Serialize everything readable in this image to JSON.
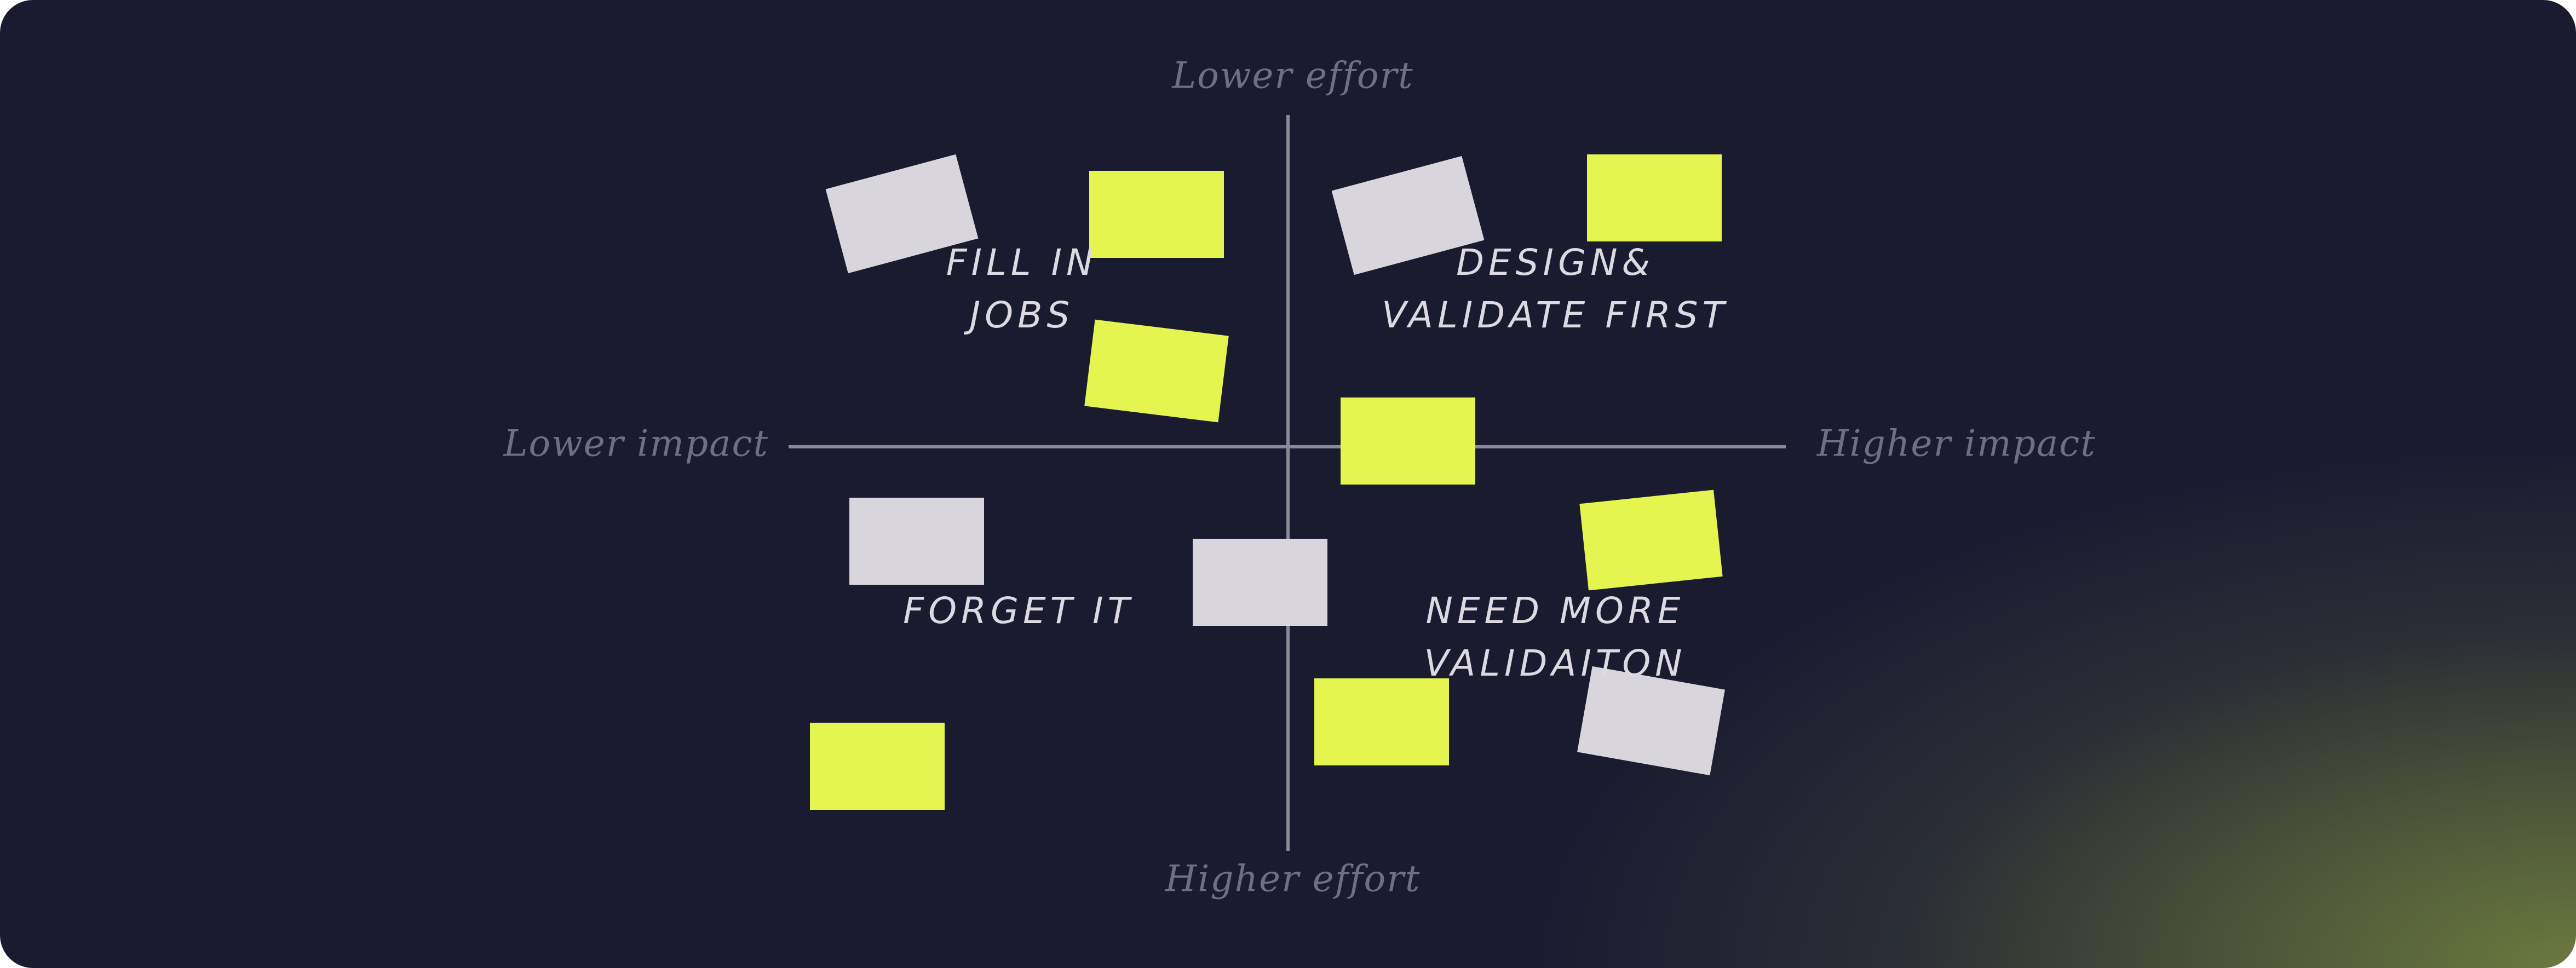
{
  "axes": {
    "top": "Lower effort",
    "bottom": "Higher effort",
    "left": "Lower impact",
    "right": "Higher impact"
  },
  "quadrants": {
    "top_left": [
      "FILL IN",
      "JOBS"
    ],
    "top_right": [
      "DESIGN&",
      "VALIDATE FIRST"
    ],
    "bottom_left": [
      "FORGET IT"
    ],
    "bottom_right": [
      "NEED MORE",
      "VALIDAITON"
    ]
  },
  "colors": {
    "background": "#1b1b30",
    "sticky_yellow": "#e4f54f",
    "sticky_gray": "#d8d5dc",
    "axis": "#8a8a96"
  }
}
